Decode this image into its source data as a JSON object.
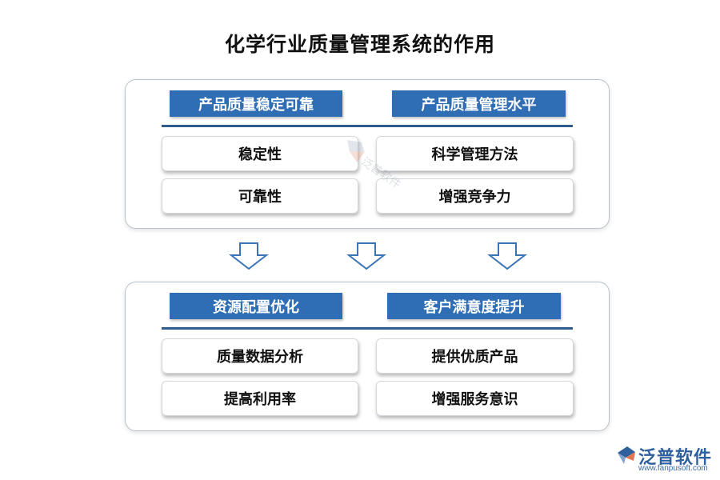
{
  "title": "化学行业质量管理系统的作用",
  "top_panel": {
    "left_header": "产品质量稳定可靠",
    "right_header": "产品质量管理水平",
    "left_items": [
      "稳定性",
      "可靠性"
    ],
    "right_items": [
      "科学管理方法",
      "增强竞争力"
    ]
  },
  "bottom_panel": {
    "left_header": "资源配置优化",
    "right_header": "客户满意度提升",
    "left_items": [
      "质量数据分析",
      "提高利用率"
    ],
    "right_items": [
      "提供优质产品",
      "增强服务意识"
    ]
  },
  "brand": {
    "name": "泛普软件",
    "url": "www.fanpusoft.com"
  },
  "watermark_text": "泛普软件",
  "colors": {
    "header_bg": "#2f6eb5",
    "rule": "#2f5b8e",
    "arrow_stroke": "#3a74b8",
    "brand": "#2f5f9c"
  }
}
